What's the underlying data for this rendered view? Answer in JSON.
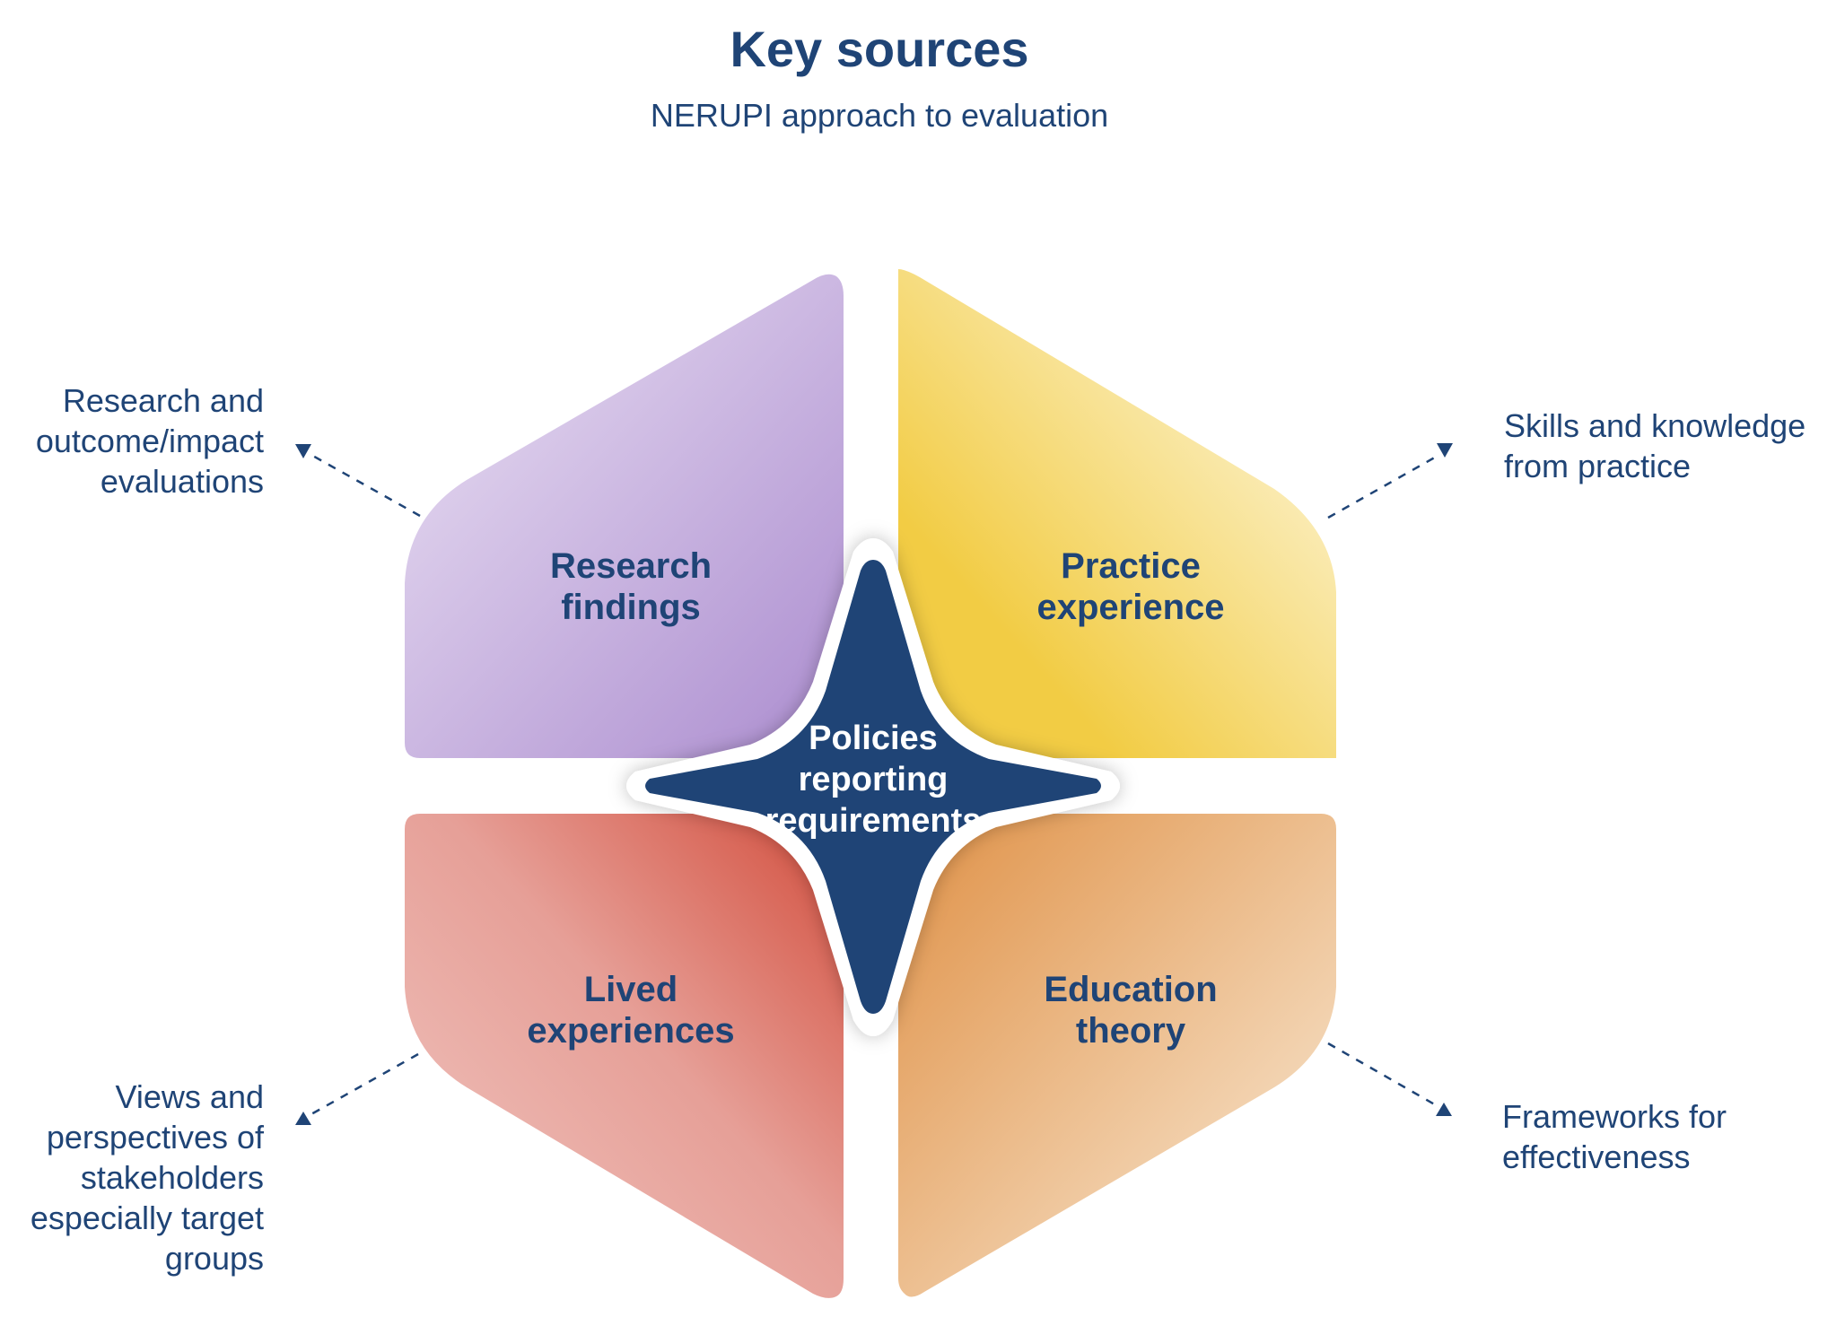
{
  "header": {
    "title": "Key sources",
    "subtitle": "NERUPI approach to evaluation"
  },
  "center": {
    "label_lines": [
      "Policies",
      "reporting",
      "requirements"
    ],
    "color": "#1f4476"
  },
  "quadrants": [
    {
      "id": "research-findings",
      "label_lines": [
        "Research",
        "findings"
      ],
      "colors": [
        "#e8def1",
        "#b497d4"
      ],
      "description_lines": [
        "Research and",
        "outcome/impact",
        "evaluations"
      ]
    },
    {
      "id": "practice-experience",
      "label_lines": [
        "Practice",
        "experience"
      ],
      "colors": [
        "#fcf4d4",
        "#f2cc44"
      ],
      "description_lines": [
        "Skills and knowledge",
        "from practice"
      ]
    },
    {
      "id": "lived-experiences",
      "label_lines": [
        "Lived",
        "experiences"
      ],
      "colors": [
        "#eebcb6",
        "#d75f50"
      ],
      "description_lines": [
        "Views and",
        "perspectives of",
        "stakeholders",
        "especially target",
        "groups"
      ]
    },
    {
      "id": "education-theory",
      "label_lines": [
        "Education",
        "theory"
      ],
      "colors": [
        "#f5dcc0",
        "#e29a55"
      ],
      "description_lines": [
        "Frameworks for",
        "effectiveness"
      ]
    }
  ],
  "colors": {
    "text": "#1f4476",
    "arrow": "#1f4476"
  }
}
